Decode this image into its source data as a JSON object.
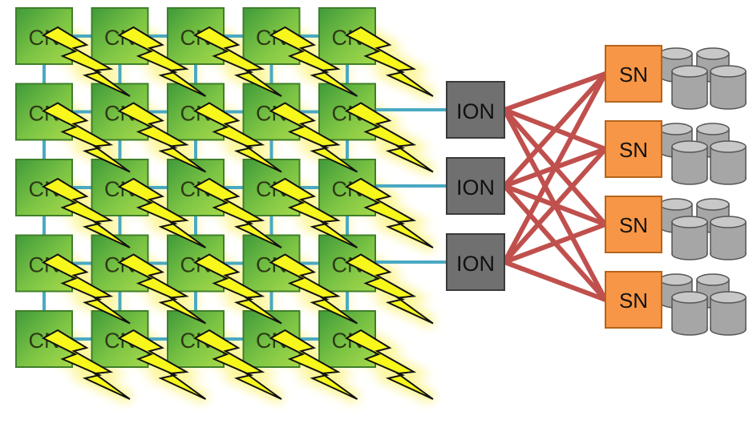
{
  "colors": {
    "compute_node": "#5aa83a",
    "compute_node_highlight": "#8ed14a",
    "compute_node_border": "#3f7f2a",
    "interconnect": "#4aa9c2",
    "io_node": "#707070",
    "io_node_border": "#3a3a3a",
    "io_link": "#c0504d",
    "storage_node": "#f79646",
    "storage_node_border": "#b5651d",
    "disk": "#a6a6a6",
    "disk_top": "#c8c8c8",
    "lightning": "#f7f71c",
    "lightning_glow": "#fbf48a"
  },
  "compute_grid": {
    "rows": 5,
    "cols": 5,
    "label": "CN",
    "icon": "lightning-bolt-icon"
  },
  "io_nodes": [
    {
      "label": "ION"
    },
    {
      "label": "ION"
    },
    {
      "label": "ION"
    }
  ],
  "storage_nodes": [
    {
      "label": "SN",
      "icon": "disk-stack-icon"
    },
    {
      "label": "SN",
      "icon": "disk-stack-icon"
    },
    {
      "label": "SN",
      "icon": "disk-stack-icon"
    },
    {
      "label": "SN",
      "icon": "disk-stack-icon"
    }
  ]
}
